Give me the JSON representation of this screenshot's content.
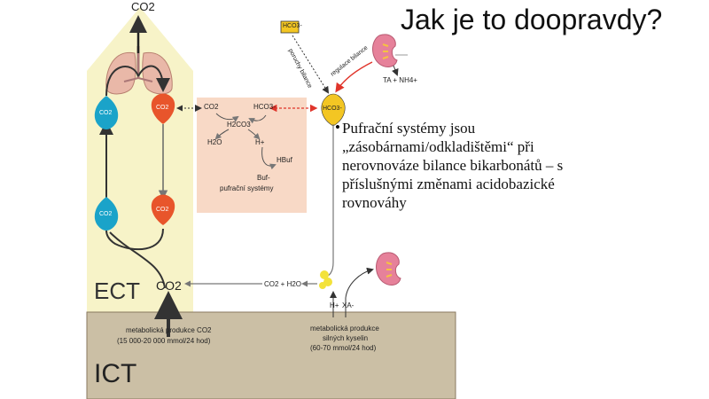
{
  "slide": {
    "title": "Jak je to doopravdy?",
    "bullet": "Pufrační systémy jsou „zásobárnami/odkladištěmi“ při nerovnováze bilance bikarbonátů – s příslušnými změnami acidobazické rovnováhy"
  },
  "diagram": {
    "co2_top": "CO2",
    "co2_mid": "CO2",
    "ect_label": "ECT",
    "ict_label": "ICT",
    "node_co2": "CO2",
    "buffer": {
      "co2": "CO2",
      "hco3": "HCO3-",
      "h2co3": "H2CO3",
      "h2o": "H2O",
      "h": "H+",
      "hbuf": "HBuf",
      "buf": "Buf-",
      "label": "pufrační systémy"
    },
    "hco3_box": "HCO3-",
    "hco3_node": "HCO3-",
    "poruchy_bilance": "poruchy bilance",
    "regulace_bilance": "regulace bilance",
    "kidney_products": "TA + NH4+",
    "co2_h2o": "CO2 + H2O",
    "h_plus": "H+",
    "xa_minus": "XA-",
    "metabolic_co2": {
      "line1": "metabolická produkce CO2",
      "line2": "(15 000-20 000 mmol/24 hod)"
    },
    "metabolic_acids": {
      "line1": "metabolická produkce",
      "line2": "silných kyselin",
      "line3": "(60-70 mmol/24 hod)"
    }
  },
  "colors": {
    "ect_bg": "#f7f3c8",
    "ict_bg": "#cbbfa5",
    "buffer_bg": "#f8d9c6",
    "blue_node": "#1aa3c9",
    "red_node": "#e8552b",
    "yellow_node": "#f3c623"
  }
}
